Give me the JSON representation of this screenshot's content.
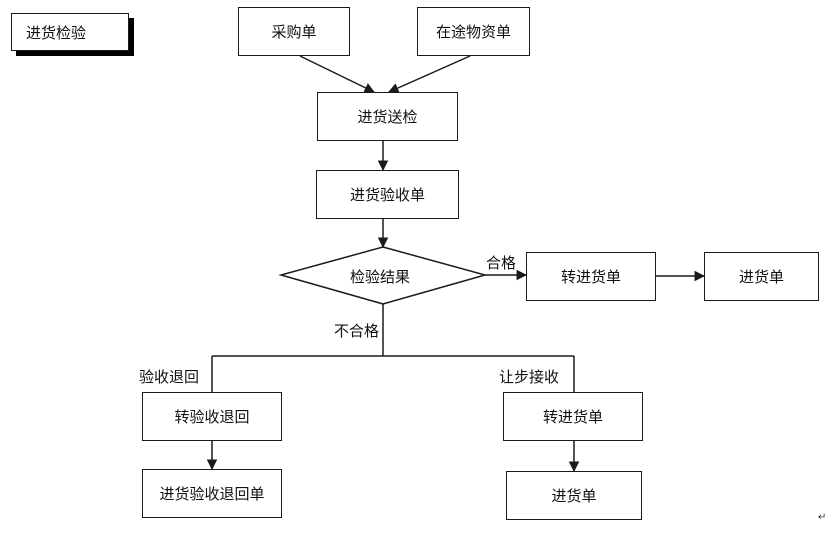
{
  "title": "进货检验",
  "nodes": {
    "purchase_order": "采购单",
    "in_transit": "在途物资单",
    "send_inspect": "进货送检",
    "acceptance": "进货验收单",
    "result": "检验结果",
    "transfer_receipt": "转进货单",
    "receipt": "进货单",
    "transfer_return": "转验收退回",
    "return_order": "进货验收退回单",
    "transfer_receipt2": "转进货单",
    "receipt2": "进货单"
  },
  "edge_labels": {
    "pass": "合格",
    "fail": "不合格",
    "return": "验收退回",
    "concession": "让步接收"
  },
  "paragraph_mark": "↵"
}
